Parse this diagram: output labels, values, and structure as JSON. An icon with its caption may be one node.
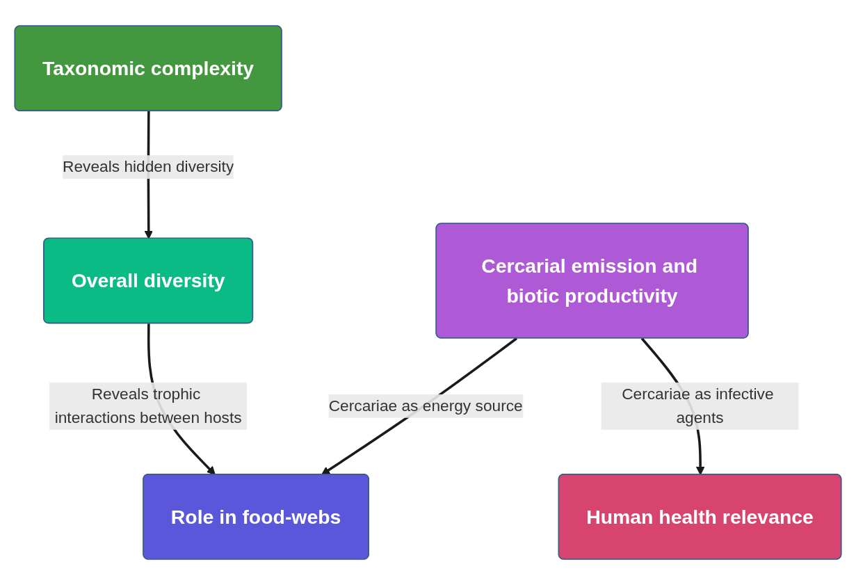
{
  "diagram": {
    "nodes": [
      {
        "text": [
          "Taxonomic complexity"
        ]
      },
      {
        "text": [
          "Human health relevance"
        ]
      },
      {
        "text": [
          "Overall diversity"
        ]
      },
      {
        "text": [
          "Cercarial emission and biotic productivity"
        ]
      },
      {
        "text": [
          "Role in food-webs"
        ]
      }
    ],
    "edges": [
      {
        "from": 0,
        "to": 2,
        "arrow": "to",
        "label": "Reveals hidden diversity"
      },
      {
        "from": 3,
        "to": 1,
        "arrow": "to",
        "label": "Cercariae as infective agents"
      },
      {
        "from": 2,
        "to": 4,
        "arrow": "to",
        "label": "Reveals trophic interactions between hosts"
      },
      {
        "from": 3,
        "to": 4,
        "arrow": "to",
        "label": "Cercariae as energy source"
      }
    ]
  }
}
